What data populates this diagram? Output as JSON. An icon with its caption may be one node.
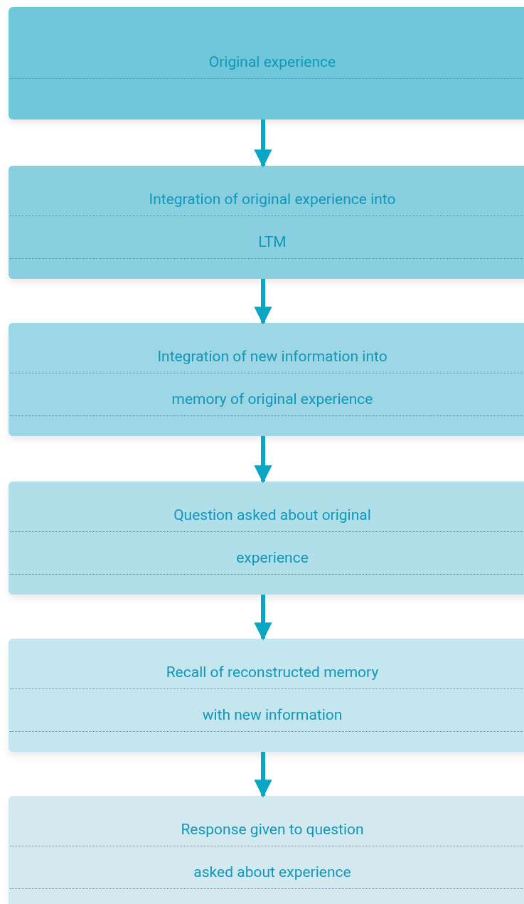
{
  "diagram": {
    "nodes": [
      {
        "text": [
          "Original experience"
        ]
      },
      {
        "text": [
          "Integration of original experience into LTM"
        ]
      },
      {
        "text": [
          "Integration of new information into memory of original experience"
        ]
      },
      {
        "text": [
          "Question asked about original experience"
        ]
      },
      {
        "text": [
          "Recall of reconstructed memory with new information"
        ]
      },
      {
        "text": [
          "Response given to question asked about experience"
        ]
      }
    ],
    "edges": [
      {
        "from": 0,
        "to": 1,
        "arrow": "to"
      },
      {
        "from": 1,
        "to": 2,
        "arrow": "to"
      },
      {
        "from": 2,
        "to": 3,
        "arrow": "to"
      },
      {
        "from": 3,
        "to": 4,
        "arrow": "to"
      },
      {
        "from": 4,
        "to": 5,
        "arrow": "to"
      }
    ]
  }
}
